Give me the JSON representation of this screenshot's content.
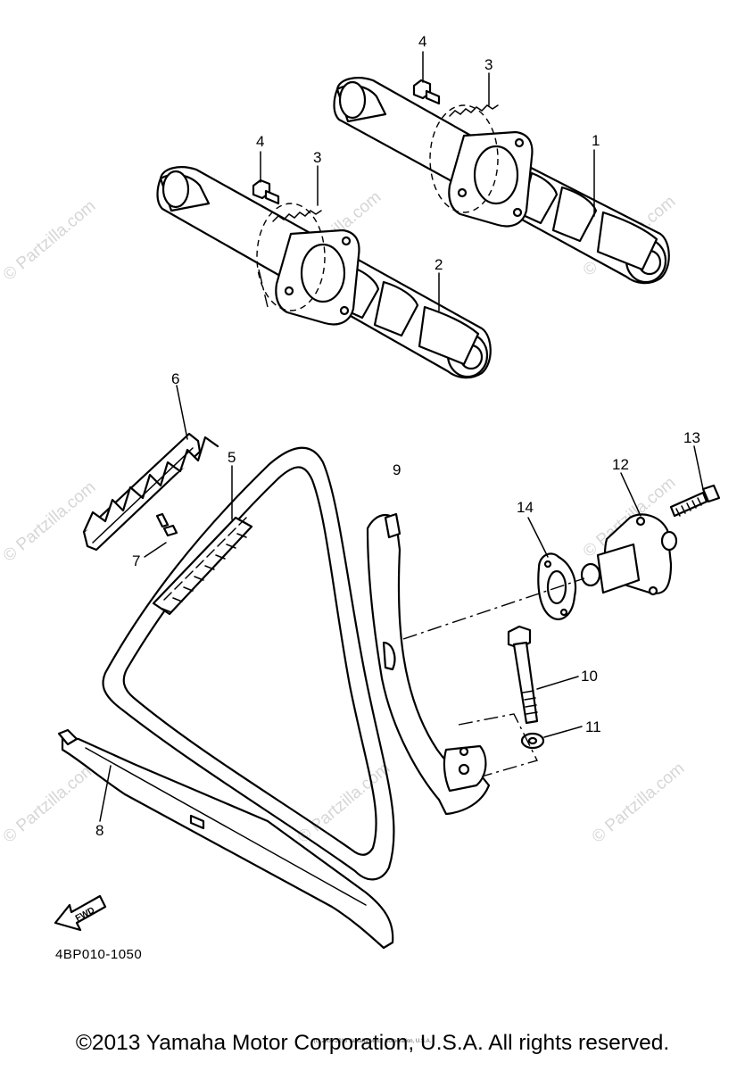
{
  "callouts": {
    "c1": "1",
    "c2": "2",
    "c3a": "3",
    "c3b": "3",
    "c4a": "4",
    "c4b": "4",
    "c5": "5",
    "c6": "6",
    "c7": "7",
    "c8": "8",
    "c9": "9",
    "c10": "10",
    "c11": "11",
    "c12": "12",
    "c13": "13",
    "c14": "14"
  },
  "fwd_label": "FWD",
  "diagram_code": "4BP010-1050",
  "watermark": "© Partzilla.com",
  "copyright_small": "(c) 2005-2016 Yamaha Motor Corporation, U.S.A.",
  "copyright": "©2013 Yamaha Motor Corporation, U.S.A. All rights reserved."
}
